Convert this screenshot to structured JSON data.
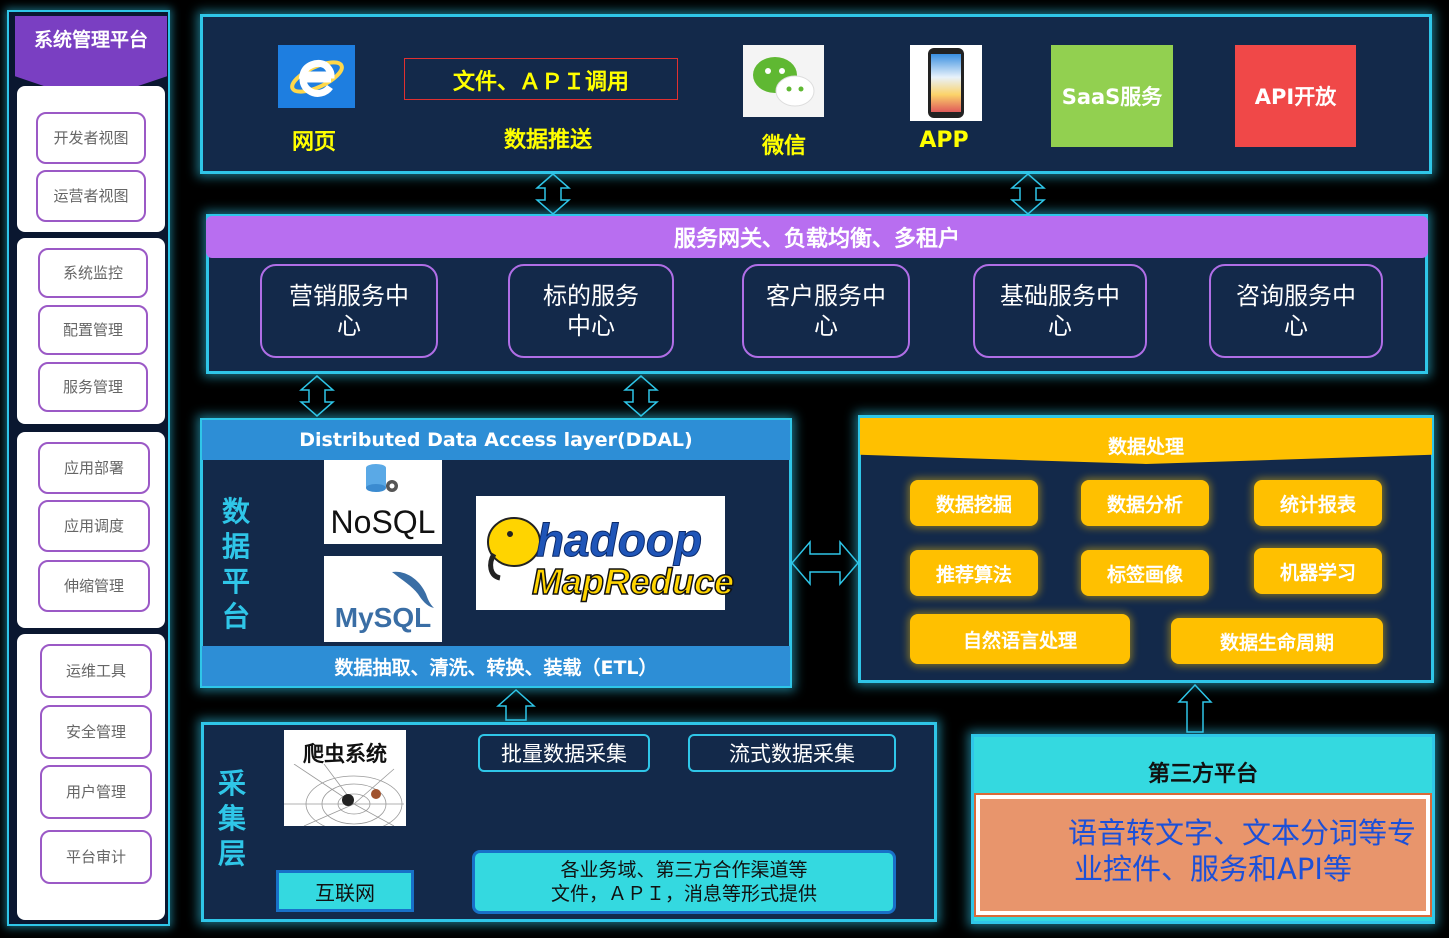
{
  "sidebar": {
    "title": "系统管理平台",
    "groups": [
      {
        "items": [
          "开发者视图",
          "运营者视图"
        ]
      },
      {
        "items": [
          "系统监控",
          "配置管理",
          "服务管理"
        ]
      },
      {
        "items": [
          "应用部署",
          "应用调度",
          "伸缩管理"
        ]
      },
      {
        "items": [
          "运维工具",
          "安全管理",
          "用户管理",
          "平台审计"
        ]
      }
    ]
  },
  "channels": {
    "web": "网页",
    "file_api": "文件、ＡＰＩ调用",
    "data_push": "数据推送",
    "wechat": "微信",
    "app": "APP",
    "saas": "SaaS服务",
    "api_open": "API开放"
  },
  "gateway": {
    "title": "服务网关、负载均衡、多租户",
    "centers": [
      "营销服务中心",
      "标的服务中心",
      "客户服务中心",
      "基础服务中心",
      "咨询服务中心"
    ]
  },
  "data_platform": {
    "label": "数据平台",
    "ddal": "Distributed Data Access layer(DDAL)",
    "nosql": "NoSQL",
    "mysql": "MySQL",
    "hadoop": "hadoop",
    "mapreduce": "MapReduce",
    "etl": "数据抽取、清洗、转换、装载（ETL）"
  },
  "processing": {
    "title": "数据处理",
    "items": [
      "数据挖掘",
      "数据分析",
      "统计报表",
      "推荐算法",
      "标签画像",
      "机器学习",
      "自然语言处理",
      "数据生命周期"
    ]
  },
  "collection": {
    "label": "采集层",
    "crawler": "爬虫系统",
    "internet": "互联网",
    "batch": "批量数据采集",
    "stream": "流式数据采集",
    "sources_line1": "各业务域、第三方合作渠道等",
    "sources_line2": "文件，ＡＰＩ，消息等形式提供"
  },
  "third_party": {
    "title": "第三方平台",
    "desc_line1": "语音转文字、文本分词等专",
    "desc_line2": "业控件、服务和API等"
  },
  "colors": {
    "accent": "#2fc6e8",
    "panel": "#13294a",
    "purple": "#b06ee6",
    "yellow": "#ffc000",
    "saas": "#92d050",
    "api": "#f04848"
  }
}
